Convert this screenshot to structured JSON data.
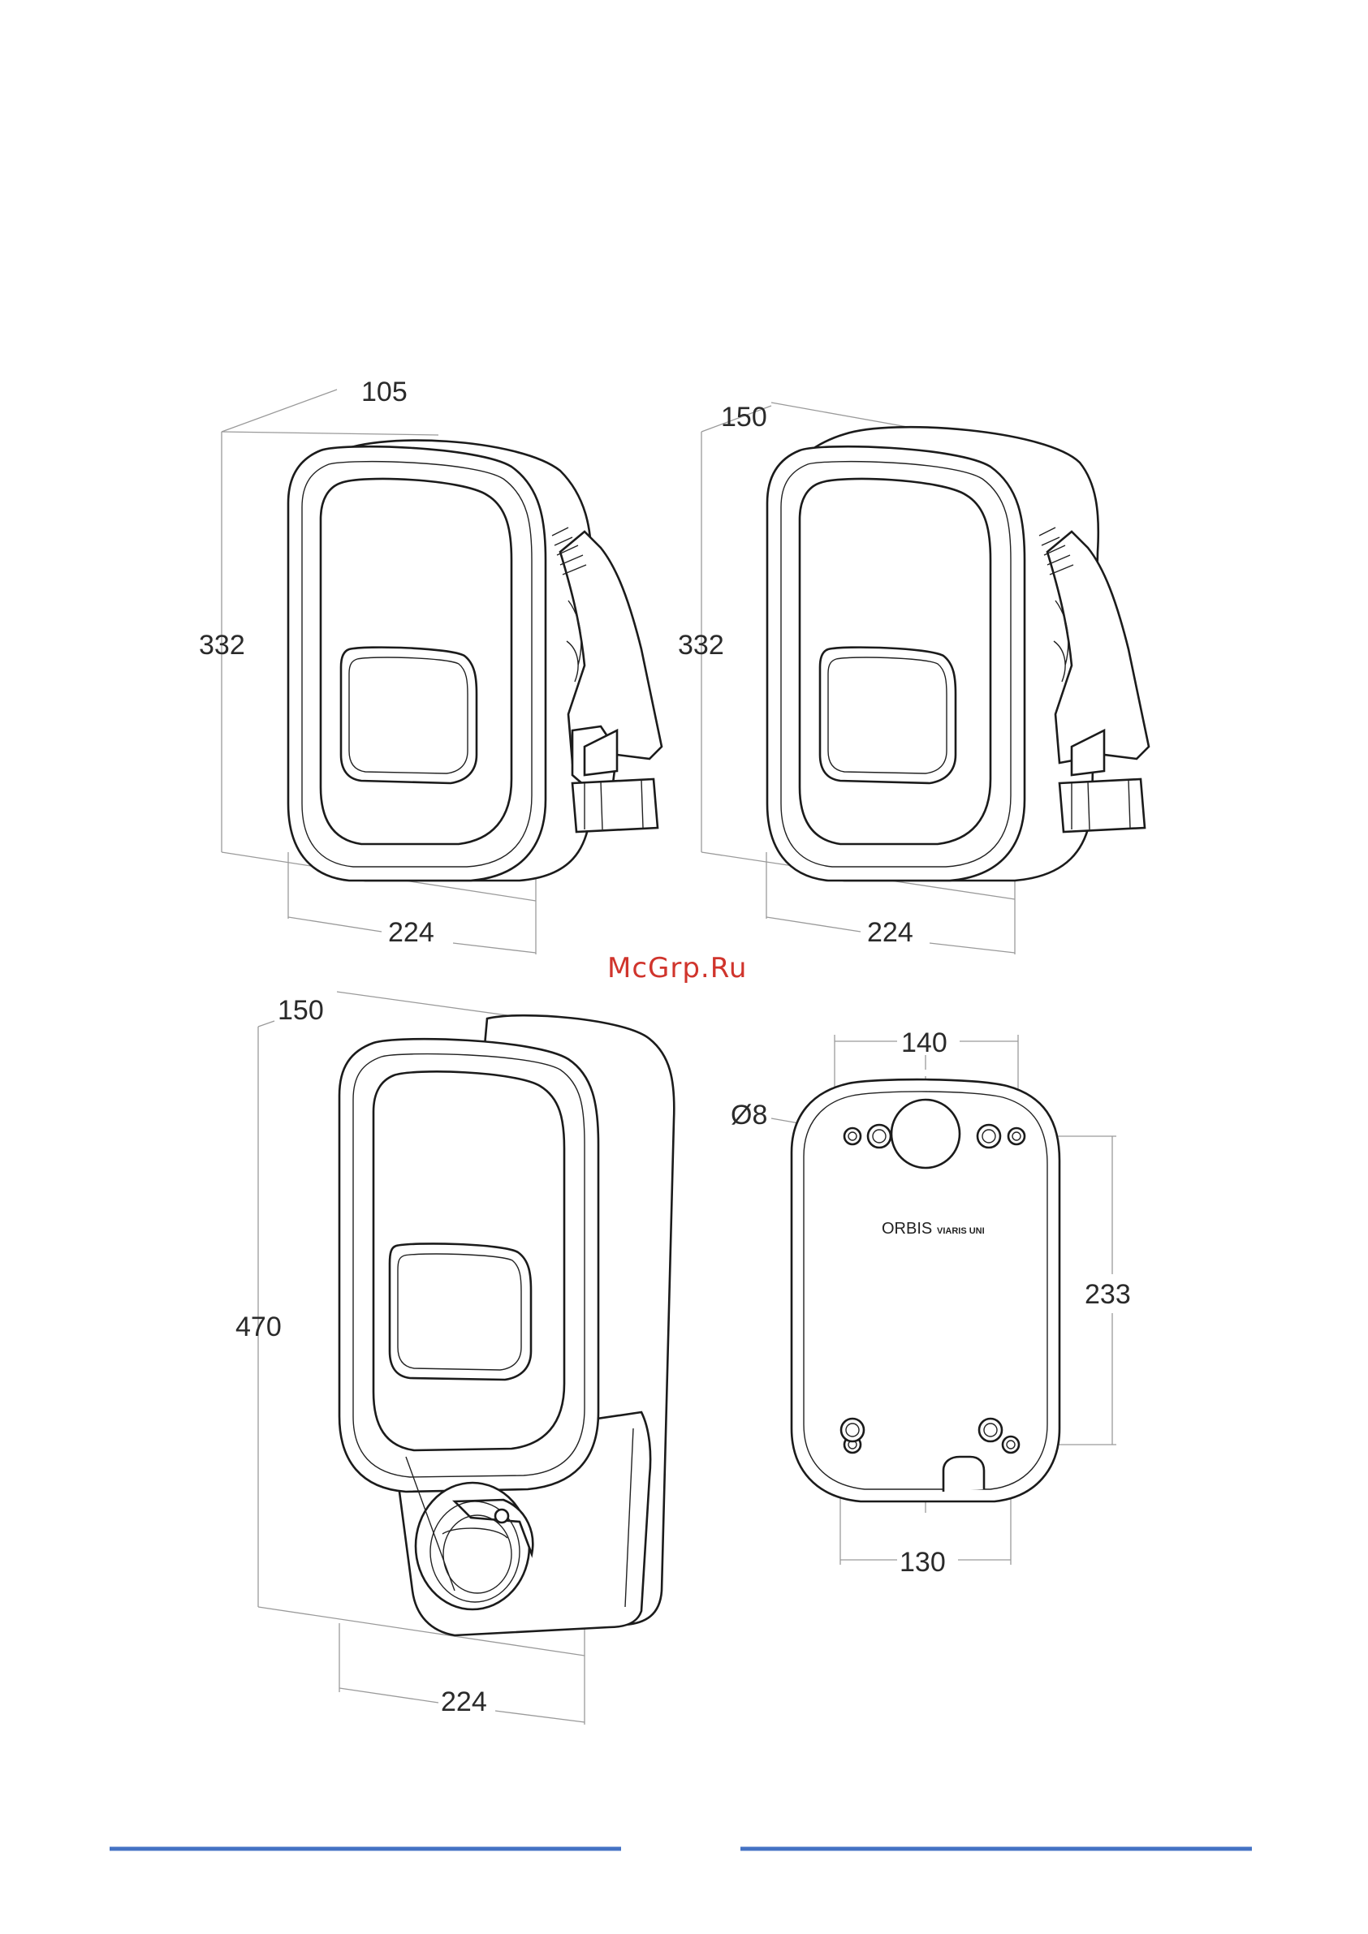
{
  "views": {
    "top_left": {
      "depth": "105",
      "height": "332",
      "width": "224"
    },
    "top_right": {
      "depth": "150",
      "height": "332",
      "width": "224"
    },
    "bottom_left": {
      "depth": "150",
      "height": "470",
      "width": "224"
    },
    "bottom_right": {
      "top_width": "140",
      "hole": "Ø8",
      "vertical": "233",
      "bottom_width": "130",
      "brand_logo": "ORBIS",
      "brand_model": "VIARIS UNI"
    }
  },
  "watermark": "McGrp.Ru",
  "colors": {
    "footer_line": "#4472c4",
    "watermark": "#d0342c"
  }
}
